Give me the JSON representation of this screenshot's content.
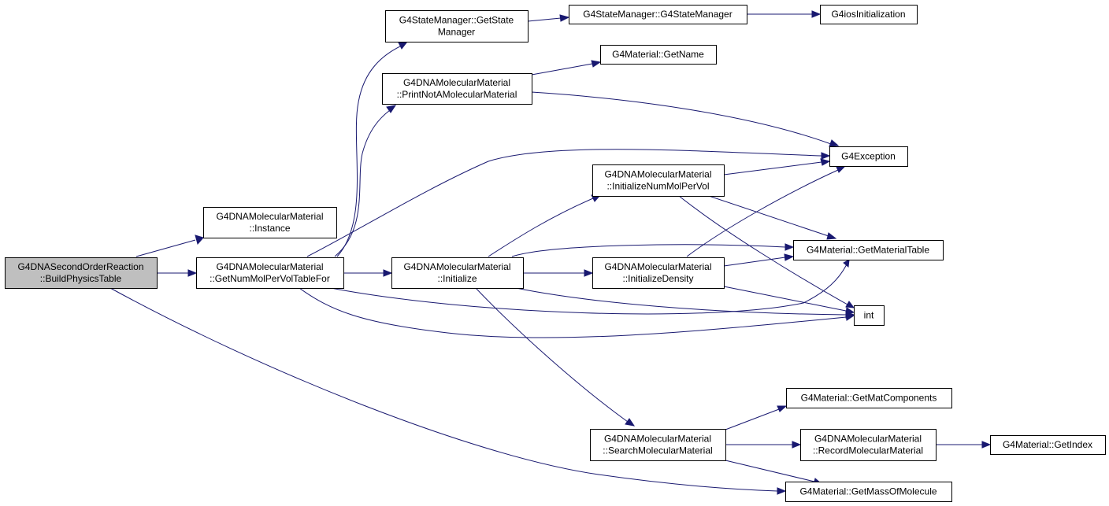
{
  "graph": {
    "nodes": {
      "n1": [
        "G4DNASecondOrderReaction",
        "::BuildPhysicsTable"
      ],
      "n2": [
        "G4DNAMolecularMaterial",
        "::Instance"
      ],
      "n3": [
        "G4DNAMolecularMaterial",
        "::GetNumMolPerVolTableFor"
      ],
      "n4": [
        "G4StateManager::GetState",
        "Manager"
      ],
      "n5": [
        "G4StateManager::G4StateManager"
      ],
      "n6": [
        "G4iosInitialization"
      ],
      "n7": [
        "G4DNAMolecularMaterial",
        "::PrintNotAMolecularMaterial"
      ],
      "n8": [
        "G4Material::GetName"
      ],
      "n9": [
        "G4Exception"
      ],
      "n10": [
        "G4DNAMolecularMaterial",
        "::Initialize"
      ],
      "n11": [
        "G4DNAMolecularMaterial",
        "::InitializeNumMolPerVol"
      ],
      "n12": [
        "G4Material::GetMaterialTable"
      ],
      "n13": [
        "G4DNAMolecularMaterial",
        "::InitializeDensity"
      ],
      "n14": [
        "int"
      ],
      "n15": [
        "G4DNAMolecularMaterial",
        "::SearchMolecularMaterial"
      ],
      "n16": [
        "G4Material::GetMatComponents"
      ],
      "n17": [
        "G4DNAMolecularMaterial",
        "::RecordMolecularMaterial"
      ],
      "n18": [
        "G4Material::GetIndex"
      ],
      "n19": [
        "G4Material::GetMassOfMolecule"
      ]
    },
    "edges": [
      [
        "n1",
        "n2"
      ],
      [
        "n1",
        "n3"
      ],
      [
        "n1",
        "n19"
      ],
      [
        "n3",
        "n4"
      ],
      [
        "n3",
        "n7"
      ],
      [
        "n3",
        "n9"
      ],
      [
        "n3",
        "n10"
      ],
      [
        "n3",
        "n12"
      ],
      [
        "n3",
        "n14"
      ],
      [
        "n4",
        "n5"
      ],
      [
        "n5",
        "n6"
      ],
      [
        "n7",
        "n8"
      ],
      [
        "n7",
        "n9"
      ],
      [
        "n10",
        "n11"
      ],
      [
        "n10",
        "n12"
      ],
      [
        "n10",
        "n13"
      ],
      [
        "n10",
        "n14"
      ],
      [
        "n10",
        "n15"
      ],
      [
        "n11",
        "n9"
      ],
      [
        "n11",
        "n12"
      ],
      [
        "n11",
        "n14"
      ],
      [
        "n13",
        "n9"
      ],
      [
        "n13",
        "n12"
      ],
      [
        "n13",
        "n14"
      ],
      [
        "n15",
        "n16"
      ],
      [
        "n15",
        "n17"
      ],
      [
        "n15",
        "n19"
      ],
      [
        "n17",
        "n18"
      ]
    ]
  }
}
